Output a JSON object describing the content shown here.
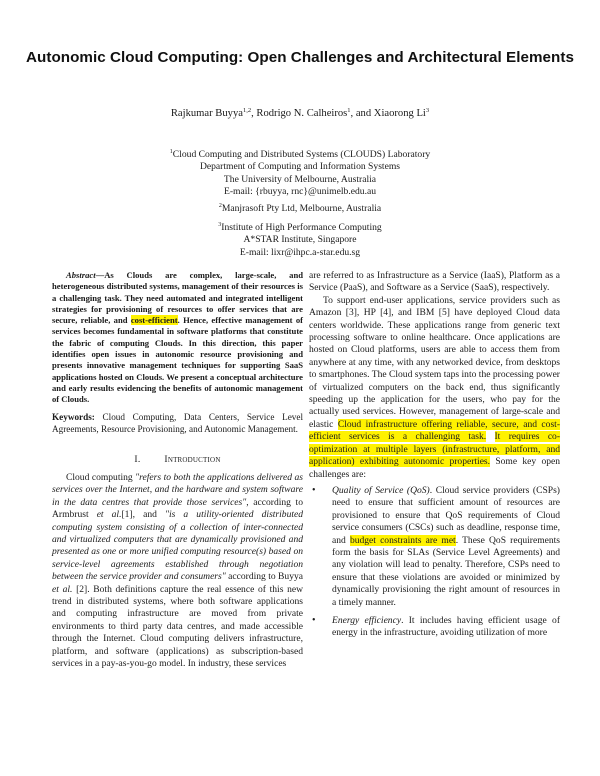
{
  "paper": {
    "title": "Autonomic Cloud Computing: Open Challenges and Architectural Elements",
    "authors": [
      {
        "name": "Rajkumar Buyya",
        "sup": "1,2",
        "sep": ", "
      },
      {
        "name": "Rodrigo N. Calheiros",
        "sup": "1",
        "sep": ", and "
      },
      {
        "name": "Xiaorong Li",
        "sup": "3",
        "sep": ""
      }
    ],
    "affiliations": [
      {
        "sup": "1",
        "lines": [
          "Cloud Computing and Distributed Systems (CLOUDS) Laboratory",
          "Department of Computing and Information Systems",
          "The University of Melbourne, Australia",
          "E-mail: {rbuyya, rnc}@unimelb.edu.au"
        ]
      },
      {
        "sup": "2",
        "lines": [
          "Manjrasoft Pty Ltd, Melbourne, Australia"
        ]
      },
      {
        "sup": "3",
        "lines": [
          "Institute of High Performance Computing",
          "A*STAR Institute, Singapore",
          "E-mail: lixr@ihpc.a-star.edu.sg"
        ]
      }
    ],
    "abstract": {
      "lead": "Abstract",
      "dash": "—",
      "text_before_highlight": "As Clouds are complex, large-scale, and heterogeneous distributed systems, management of their resources is a challenging task. They need automated and integrated intelligent strategies for provisioning of resources to offer services that are secure, reliable, and ",
      "highlight": "cost-efficient",
      "text_after_highlight": ". Hence, effective management of services becomes fundamental in software platforms that constitute the fabric of computing Clouds. In this direction, this paper identifies open issues in autonomic resource provisioning and presents innovative management techniques for supporting SaaS applications hosted on Clouds. We present a conceptual architecture and early results evidencing the benefits of autonomic management of Clouds."
    },
    "keywords": {
      "label": "Keywords:",
      "text": " Cloud Computing, Data Centers, Service Level Agreements, Resource Provisioning, and Autonomic Management."
    },
    "section1": {
      "number": "I.",
      "title": "Introduction"
    },
    "intro_paragraph": {
      "p1": "Cloud computing ",
      "q1": "\"refers to both the applications delivered as services over the Internet, and the hardware and system software in the data centres that provide those services\"",
      "p2": ", according to Armbrust ",
      "etal1": "et al.",
      "p3": "[1], and ",
      "q2": "\"is a utility-oriented distributed computing system consisting of a collection of inter-connected and virtualized computers that are dynamically provisioned and presented as one or more unified computing resource(s) based on service-level agreements established through negotiation between the service provider and consumers\"",
      "p4": " according to Buyya ",
      "etal2": "et al.",
      "p5": " [2]. Both definitions capture the real essence of this new trend in distributed systems, where both software applications and computing infrastructure are moved from private environments to third party data centres, and made accessible through the Internet. Cloud computing delivers infrastructure, platform, and software (applications) as subscription-based services in a pay-as-you-go model. In industry, these services"
    },
    "right_column": {
      "continuation": "are referred to as Infrastructure as a Service (IaaS), Platform as a Service (PaaS), and Software as a Service (SaaS), respectively.",
      "para2_before": "To support end-user applications, service providers such as Amazon [3], HP [4], and IBM [5] have deployed Cloud data centers worldwide. These applications range from generic text processing software to online healthcare. Once applications are hosted on Cloud platforms, users are able to access them from anywhere at any time, with any networked device, from desktops to smartphones. The Cloud system taps into the processing power of virtualized computers on the back end, thus significantly speeding up the application for the users, who pay for the actually used services. However, management of large-scale and elastic ",
      "para2_highlight1": "Cloud infrastructure offering reliable, secure, and cost-efficient services is a challenging task.",
      "para2_space": " ",
      "para2_highlight2": "It requires co-optimization at multiple layers (infrastructure, platform, and application) exhibiting autonomic properties.",
      "para2_after": " Some key open challenges are:",
      "bullets": [
        {
          "bullet": "•",
          "term": "Quality of Service (QoS)",
          "before": ". Cloud service providers (CSPs) need to ensure that sufficient amount of resources are provisioned to ensure that QoS requirements of Cloud service consumers (CSCs) such as deadline, response time, and ",
          "highlight": "budget constraints are met",
          "after": ". These QoS requirements form the basis for SLAs (Service Level Agreements) and any violation will lead to penalty. Therefore, CSPs need to ensure that these violations are avoided or minimized by dynamically provisioning the right amount of resources in a timely manner."
        },
        {
          "bullet": "•",
          "term": "Energy efficiency",
          "before": ". It includes having efficient usage of energy in the infrastructure, avoiding utilization of more",
          "highlight": "",
          "after": ""
        }
      ]
    },
    "colors": {
      "highlight": "#fff200",
      "text": "#1a1a1a"
    }
  }
}
